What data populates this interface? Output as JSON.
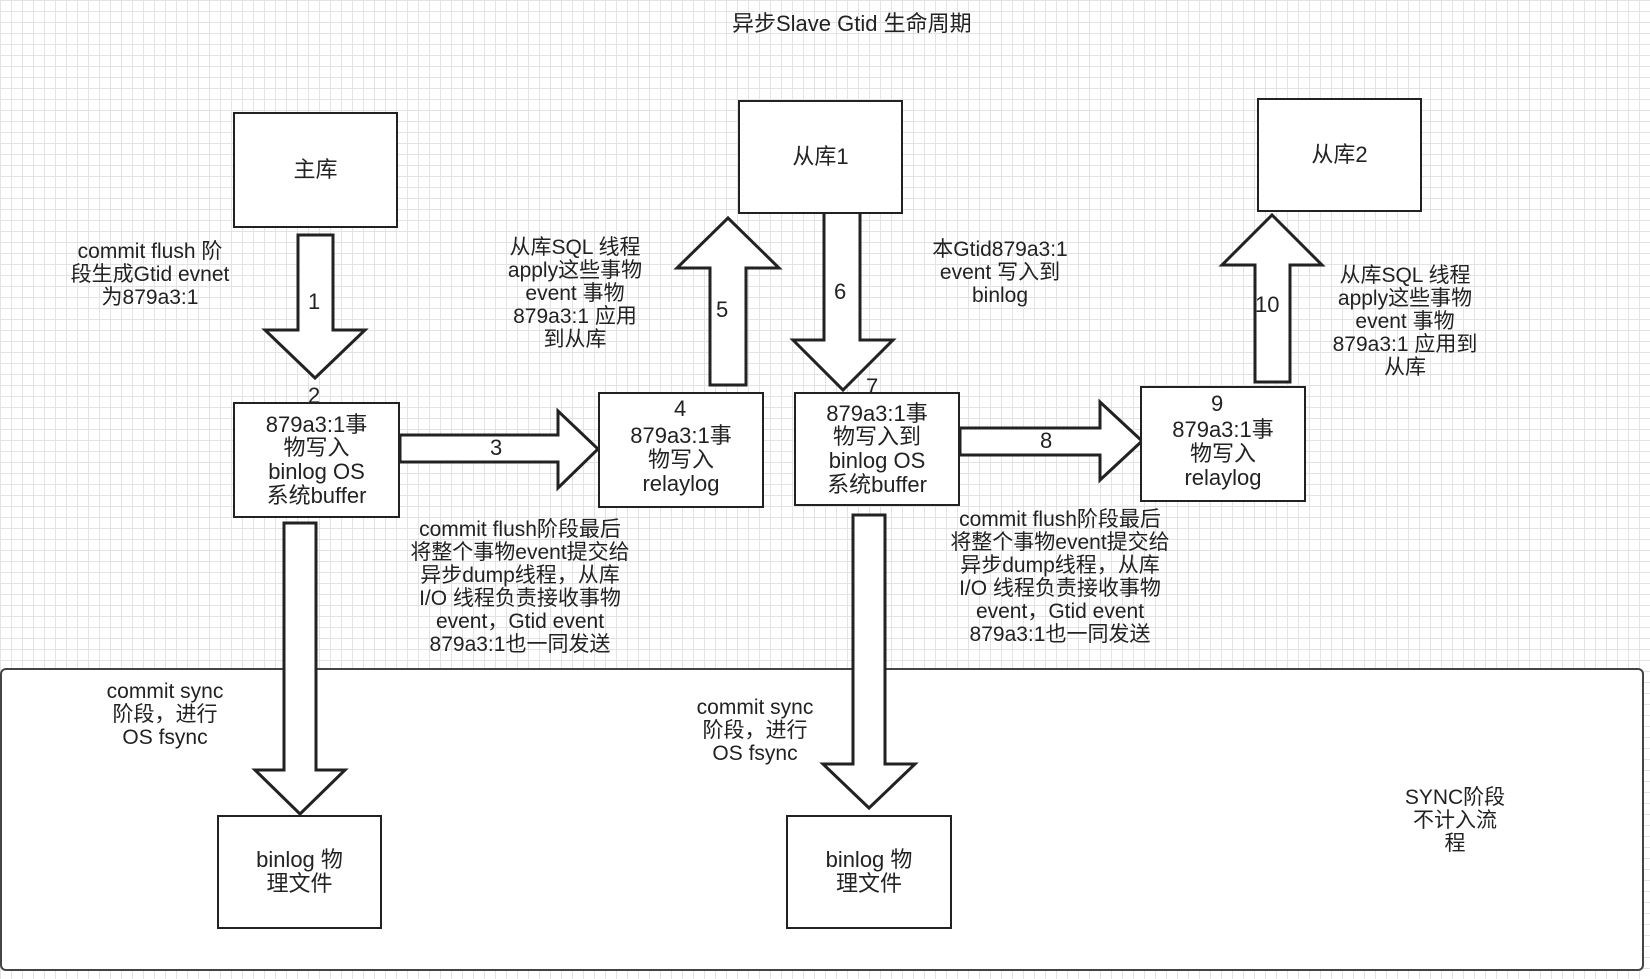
{
  "title": "异步Slave Gtid 生命周期",
  "boxes": {
    "master": "主库",
    "slave1": "从库1",
    "slave2": "从库2",
    "master_buffer": "879a3:1事\n物写入\nbinlog OS\n系统buffer",
    "slave1_relay": "879a3:1事\n物写入\nrelaylog",
    "slave1_buffer": "879a3:1事\n物写入到\nbinlog OS\n系统buffer",
    "slave2_relay": "879a3:1事\n物写入\nrelaylog",
    "binlog_file_1": "binlog 物\n理文件",
    "binlog_file_2": "binlog 物\n理文件"
  },
  "numbers": {
    "n1": "1",
    "n2": "2",
    "n3": "3",
    "n4": "4",
    "n5": "5",
    "n6": "6",
    "n7": "7",
    "n8": "8",
    "n9": "9",
    "n10": "10"
  },
  "notes": {
    "commit_flush_master": "commit flush 阶\n段生成Gtid evnet\n为879a3:1",
    "sql_thread_slave1": "从库SQL 线程\napply这些事物\nevent 事物\n879a3:1 应用\n到从库",
    "gtid_binlog_slave1": "本Gtid879a3:1\nevent 写入到\nbinlog",
    "sql_thread_slave2": "从库SQL 线程\napply这些事物\nevent 事物\n879a3:1 应用到\n从库",
    "dump_master": "commit flush阶段最后\n将整个事物event提交给\n异步dump线程，从库\nI/O 线程负责接收事物\nevent，Gtid event\n879a3:1也一同发送",
    "dump_slave1": "commit flush阶段最后\n将整个事物event提交给\n异步dump线程，从库\nI/O 线程负责接收事物\nevent，Gtid event\n879a3:1也一同发送",
    "sync_master": "commit sync\n阶段，进行\nOS fsync",
    "sync_slave1": "commit sync\n阶段，进行\nOS fsync",
    "sync_region": "SYNC阶段\n不计入流\n程"
  }
}
